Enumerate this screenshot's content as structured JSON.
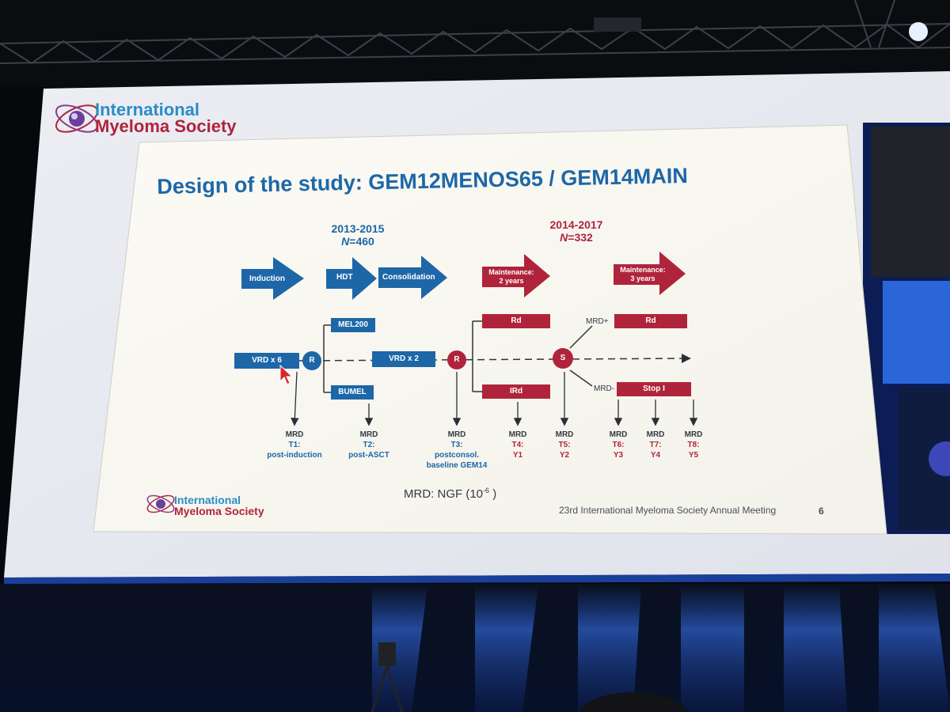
{
  "screen_logo": {
    "line1": "International",
    "line2": "Myeloma Society"
  },
  "slide": {
    "title": "Design of the study: GEM12MENOS65 / GEM14MAIN",
    "period_a": {
      "years": "2013-2015",
      "n_label": "N",
      "n_value": "=460"
    },
    "period_b": {
      "years": "2014-2017",
      "n_label": "N",
      "n_value": "=332"
    },
    "phases": {
      "induction": "Induction",
      "hdt": "HDT",
      "consolidation": "Consolidation",
      "maint2_line1": "Maintenance:",
      "maint2_line2": "2 years",
      "maint3_line1": "Maintenance:",
      "maint3_line2": "3 years"
    },
    "boxes": {
      "vrd6": "VRD x 6",
      "mel200": "MEL200",
      "bumel": "BUMEL",
      "vrd2": "VRD x 2",
      "rd": "Rd",
      "ird": "IRd",
      "rd2": "Rd",
      "stop": "Stop I"
    },
    "nodes": {
      "r1": "R",
      "r2": "R",
      "s": "S"
    },
    "branch_labels": {
      "mrd_plus": "MRD+",
      "mrd_minus": "MRD-"
    },
    "timepoints": [
      {
        "mrd": "MRD",
        "t": "T1:",
        "d1": "post-induction",
        "d2": ""
      },
      {
        "mrd": "MRD",
        "t": "T2:",
        "d1": "post-ASCT",
        "d2": ""
      },
      {
        "mrd": "MRD",
        "t": "T3:",
        "d1": "postconsol.",
        "d2": "baseline GEM14"
      },
      {
        "mrd": "MRD",
        "t": "T4:",
        "d1": "Y1",
        "d2": ""
      },
      {
        "mrd": "MRD",
        "t": "T5:",
        "d1": "Y2",
        "d2": ""
      },
      {
        "mrd": "MRD",
        "t": "T6:",
        "d1": "Y3",
        "d2": ""
      },
      {
        "mrd": "MRD",
        "t": "T7:",
        "d1": "Y4",
        "d2": ""
      },
      {
        "mrd": "MRD",
        "t": "T8:",
        "d1": "Y5",
        "d2": ""
      }
    ],
    "mrd_note": {
      "text": "MRD: NGF (10",
      "exp": "-6",
      "close": " )"
    },
    "footer_logo": {
      "line1": "International",
      "line2": "Myeloma Society"
    },
    "footer_meeting": "23rd International Myeloma Society Annual Meeting",
    "page_number": "6"
  },
  "colors": {
    "blue": "#1d67a8",
    "red": "#b0243b",
    "ink": "#333a44"
  }
}
